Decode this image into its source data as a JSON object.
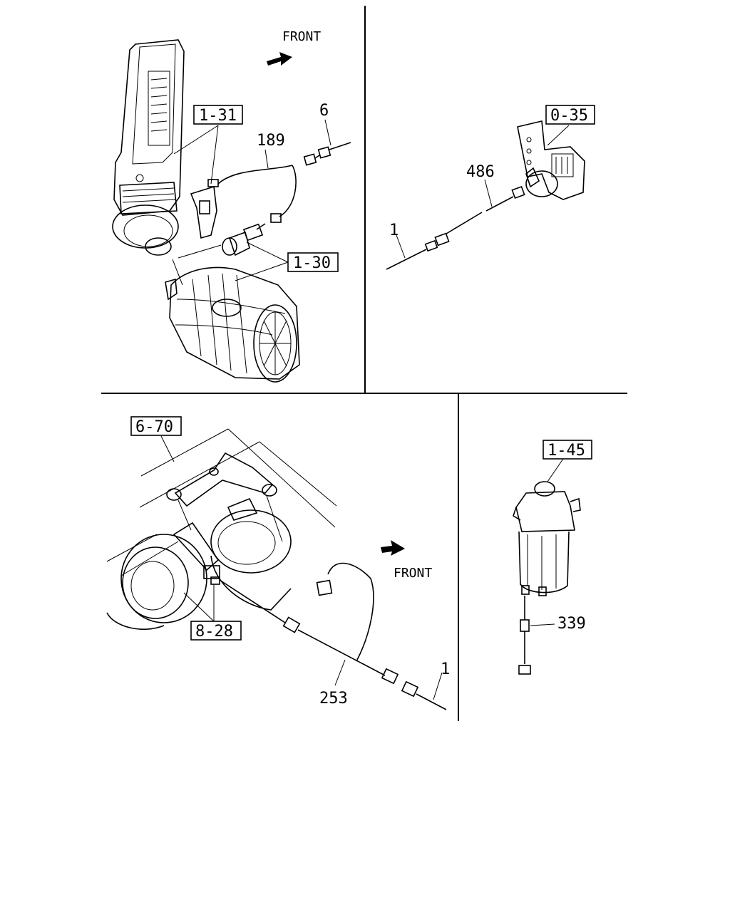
{
  "panels": {
    "top_left": {
      "front_label": "FRONT",
      "callouts": {
        "ref_1_31": "1-31",
        "ref_1_30": "1-30",
        "part_189": "189",
        "part_6": "6"
      }
    },
    "top_right": {
      "callouts": {
        "ref_0_35": "0-35",
        "part_486": "486",
        "part_1": "1"
      }
    },
    "bottom_left": {
      "front_label": "FRONT",
      "callouts": {
        "ref_6_70": "6-70",
        "ref_8_28": "8-28",
        "part_253": "253",
        "part_1": "1"
      }
    },
    "bottom_right": {
      "callouts": {
        "ref_1_45": "1-45",
        "part_339": "339"
      }
    }
  }
}
